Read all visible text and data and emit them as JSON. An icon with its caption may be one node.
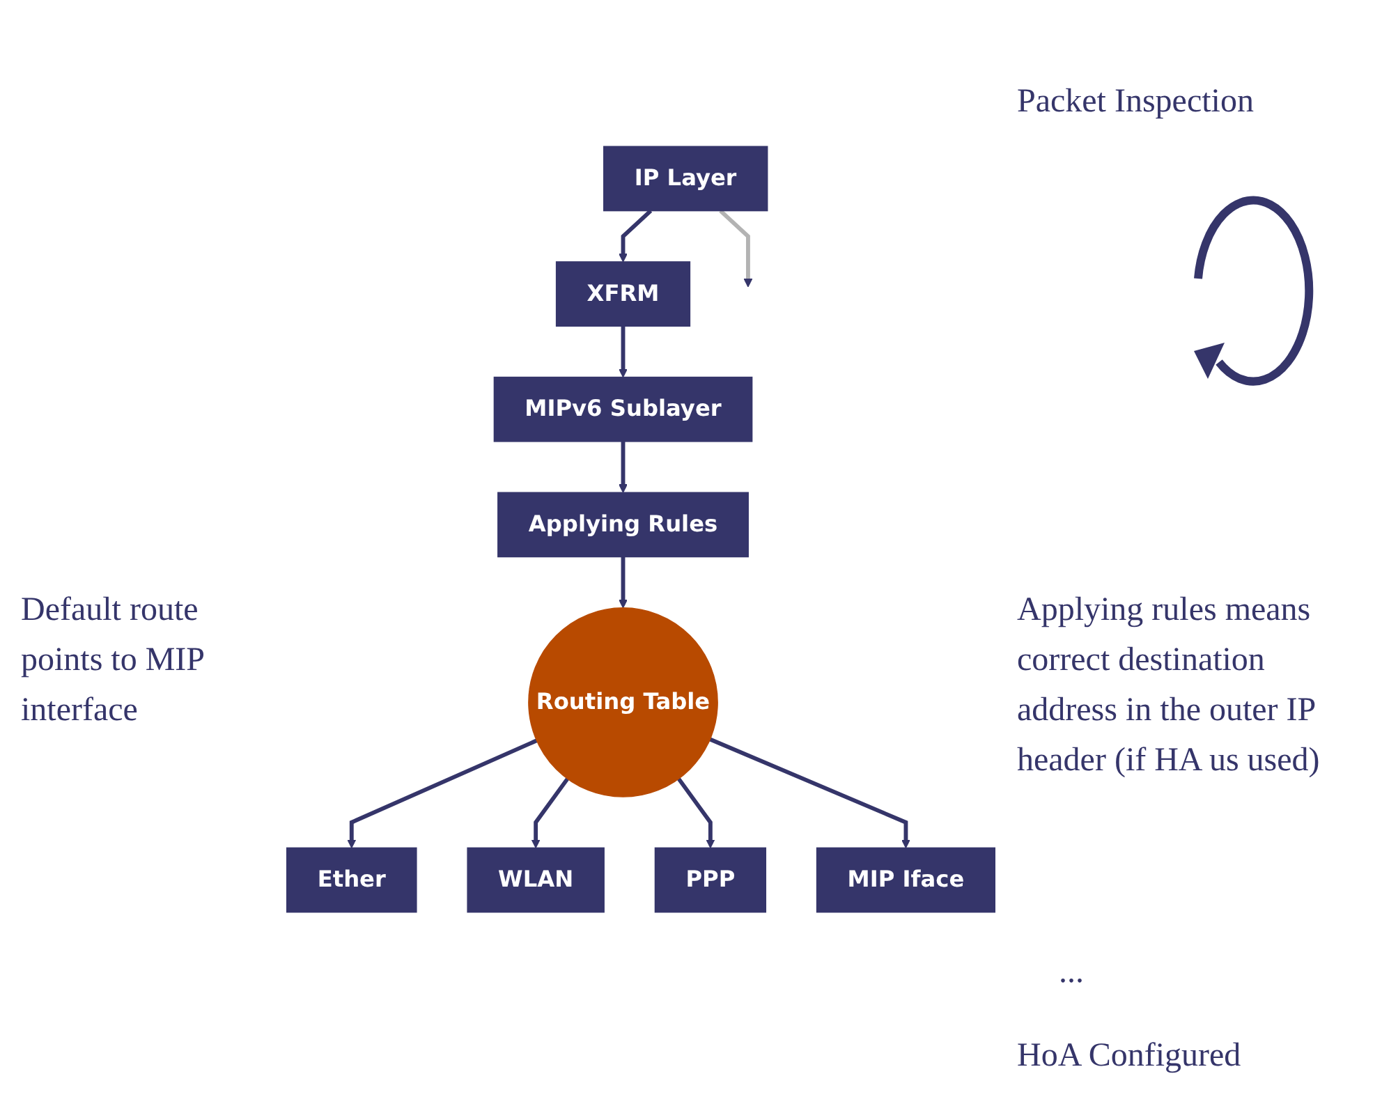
{
  "diagram": {
    "nodes": [
      {
        "text": [
          "IP Layer"
        ]
      },
      {
        "text": [
          "XFRM"
        ]
      },
      {
        "text": [
          "MIPv6 Sublayer"
        ]
      },
      {
        "text": [
          "Applying Rules"
        ]
      },
      {
        "text": [
          "Routing Table"
        ]
      },
      {
        "text": [
          "Ether"
        ]
      },
      {
        "text": [
          "WLAN"
        ]
      },
      {
        "text": [
          "PPP"
        ]
      },
      {
        "text": [
          "MIP Iface"
        ]
      }
    ],
    "edges": [
      {
        "from": 0,
        "to": 1,
        "arrow": "to"
      },
      {
        "from": 1,
        "to": 2,
        "arrow": "to"
      },
      {
        "from": 2,
        "to": 3,
        "arrow": "to"
      },
      {
        "from": 3,
        "to": 4,
        "arrow": "to"
      },
      {
        "from": 4,
        "to": 5,
        "arrow": "to"
      },
      {
        "from": 4,
        "to": 6,
        "arrow": "to"
      },
      {
        "from": 4,
        "to": 7,
        "arrow": "to"
      },
      {
        "from": 4,
        "to": 8,
        "arrow": "to"
      },
      {
        "from": 0,
        "to": null,
        "arrow": "to",
        "color": "#b3b3b3"
      }
    ],
    "labels": [
      "Packet Inspection",
      "Default route points to MIP interface",
      "Applying rules means correct destination address in the outer IP header (if HA us used)",
      "...",
      "HoA Configured"
    ]
  }
}
